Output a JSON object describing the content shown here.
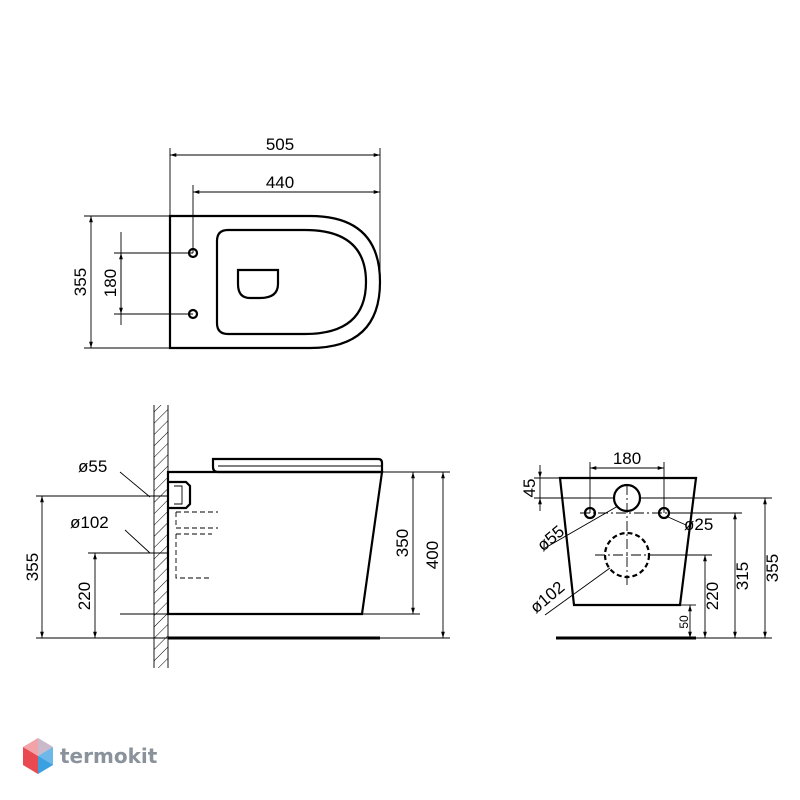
{
  "top_view": {
    "dim_total_length": "505",
    "dim_fixing_length": "440",
    "dim_width": "355",
    "dim_fixing_spacing": "180"
  },
  "side_view": {
    "dim_outlet_diameter": "ø55",
    "dim_inlet_diameter": "ø102",
    "dim_total_height": "355",
    "dim_inlet_height": "220",
    "dim_bowl_height": "350",
    "dim_seat_height": "400"
  },
  "rear_view": {
    "dim_fixing_spacing": "180",
    "dim_top_offset": "45",
    "dim_outlet_diameter": "ø55",
    "dim_bolt_diameter": "ø25",
    "dim_inlet_diameter": "ø102",
    "dim_inlet_height": "220",
    "dim_bolt_height": "315",
    "dim_total_height": "355",
    "dim_base_height": "50"
  },
  "brand": {
    "name": "termokit",
    "logo_colors": [
      "#e94a52",
      "#3aa0e0",
      "#f2a3a7",
      "#9fd0f0"
    ]
  }
}
